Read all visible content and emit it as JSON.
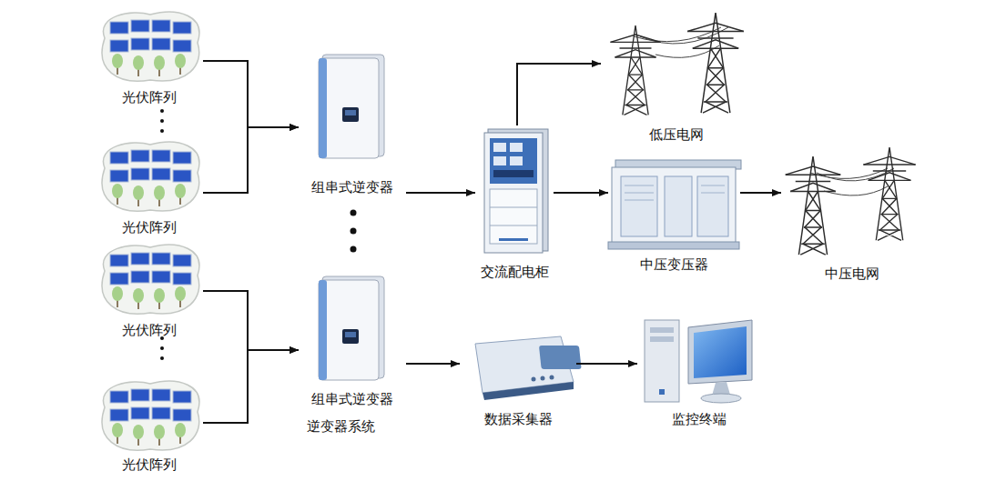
{
  "diagram": {
    "nodes": [
      {
        "text": [
          "光伏阵列"
        ]
      },
      {
        "text": [
          "光伏阵列"
        ]
      },
      {
        "text": [
          "光伏阵列"
        ]
      },
      {
        "text": [
          "光伏阵列"
        ]
      },
      {
        "text": [
          "组串式逆变器"
        ]
      },
      {
        "text": [
          "组串式逆变器"
        ]
      },
      {
        "text": [
          "交流配电柜"
        ]
      },
      {
        "text": [
          "低压电网"
        ]
      },
      {
        "text": [
          "中压变压器"
        ]
      },
      {
        "text": [
          "中压电网"
        ]
      },
      {
        "text": [
          "数据采集器"
        ]
      },
      {
        "text": [
          "监控终端"
        ]
      }
    ],
    "edges": [
      {
        "from": 0,
        "to": 4,
        "arrow": "to"
      },
      {
        "from": 1,
        "to": 4,
        "arrow": "to"
      },
      {
        "from": 2,
        "to": 5,
        "arrow": "to"
      },
      {
        "from": 3,
        "to": 5,
        "arrow": "to"
      },
      {
        "from": 4,
        "to": 6,
        "arrow": "to"
      },
      {
        "from": 6,
        "to": 7,
        "arrow": "to"
      },
      {
        "from": 6,
        "to": 8,
        "arrow": "to"
      },
      {
        "from": 8,
        "to": 9,
        "arrow": "to"
      },
      {
        "from": 5,
        "to": 10,
        "arrow": "to"
      },
      {
        "from": 10,
        "to": 11,
        "arrow": "to"
      }
    ],
    "labels": [
      "逆变器系统"
    ]
  }
}
